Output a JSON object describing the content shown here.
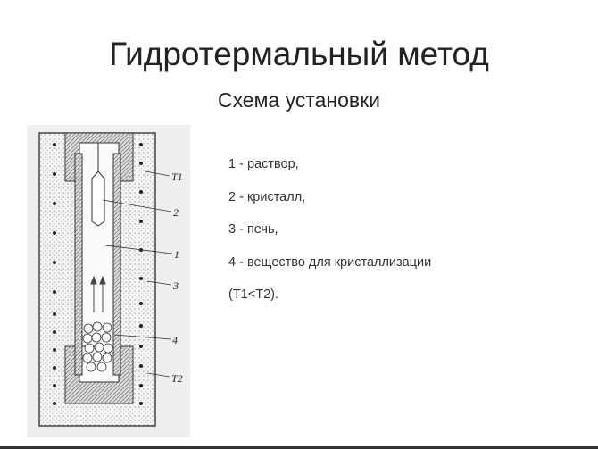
{
  "slide": {
    "title": "Гидротермальный метод",
    "subtitle": "Схема установки"
  },
  "diagram": {
    "labels": [
      "T1",
      "2",
      "1",
      "3",
      "4",
      "T2"
    ]
  },
  "legend": [
    "1 - раствор,",
    "2 - кристалл,",
    "3 - печь,",
    "4 - вещество для кристаллизации",
    "(T1<T2)."
  ]
}
